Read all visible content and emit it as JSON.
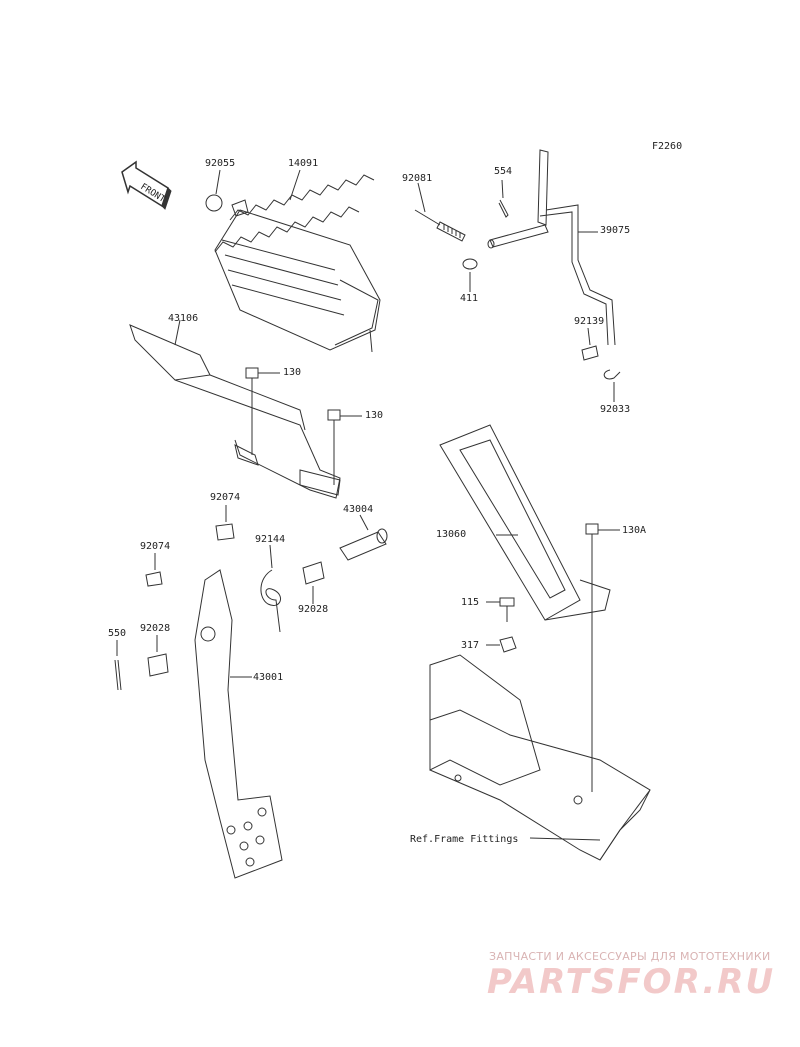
{
  "diagram": {
    "code": "F2260",
    "front_arrow_text": "FRONT",
    "reference_note": "Ref.Frame Fittings",
    "parts": {
      "p92055": "92055",
      "p14091": "14091",
      "p92081": "92081",
      "p554": "554",
      "p39075": "39075",
      "p411": "411",
      "p92139": "92139",
      "p92033": "92033",
      "p43106": "43106",
      "p130a": "130",
      "p130b": "130",
      "p92074a": "92074",
      "p92074b": "92074",
      "p43004": "43004",
      "p13060": "13060",
      "p130A": "130A",
      "p92144": "92144",
      "p92028a": "92028",
      "p92028b": "92028",
      "p550": "550",
      "p43001": "43001",
      "p115": "115",
      "p317": "317"
    }
  },
  "watermark": {
    "tagline": "ЗАПЧАСТИ И АКСЕССУАРЫ ДЛЯ МОТОТЕХНИКИ",
    "logo_text": "PARTSFOR.RU"
  }
}
